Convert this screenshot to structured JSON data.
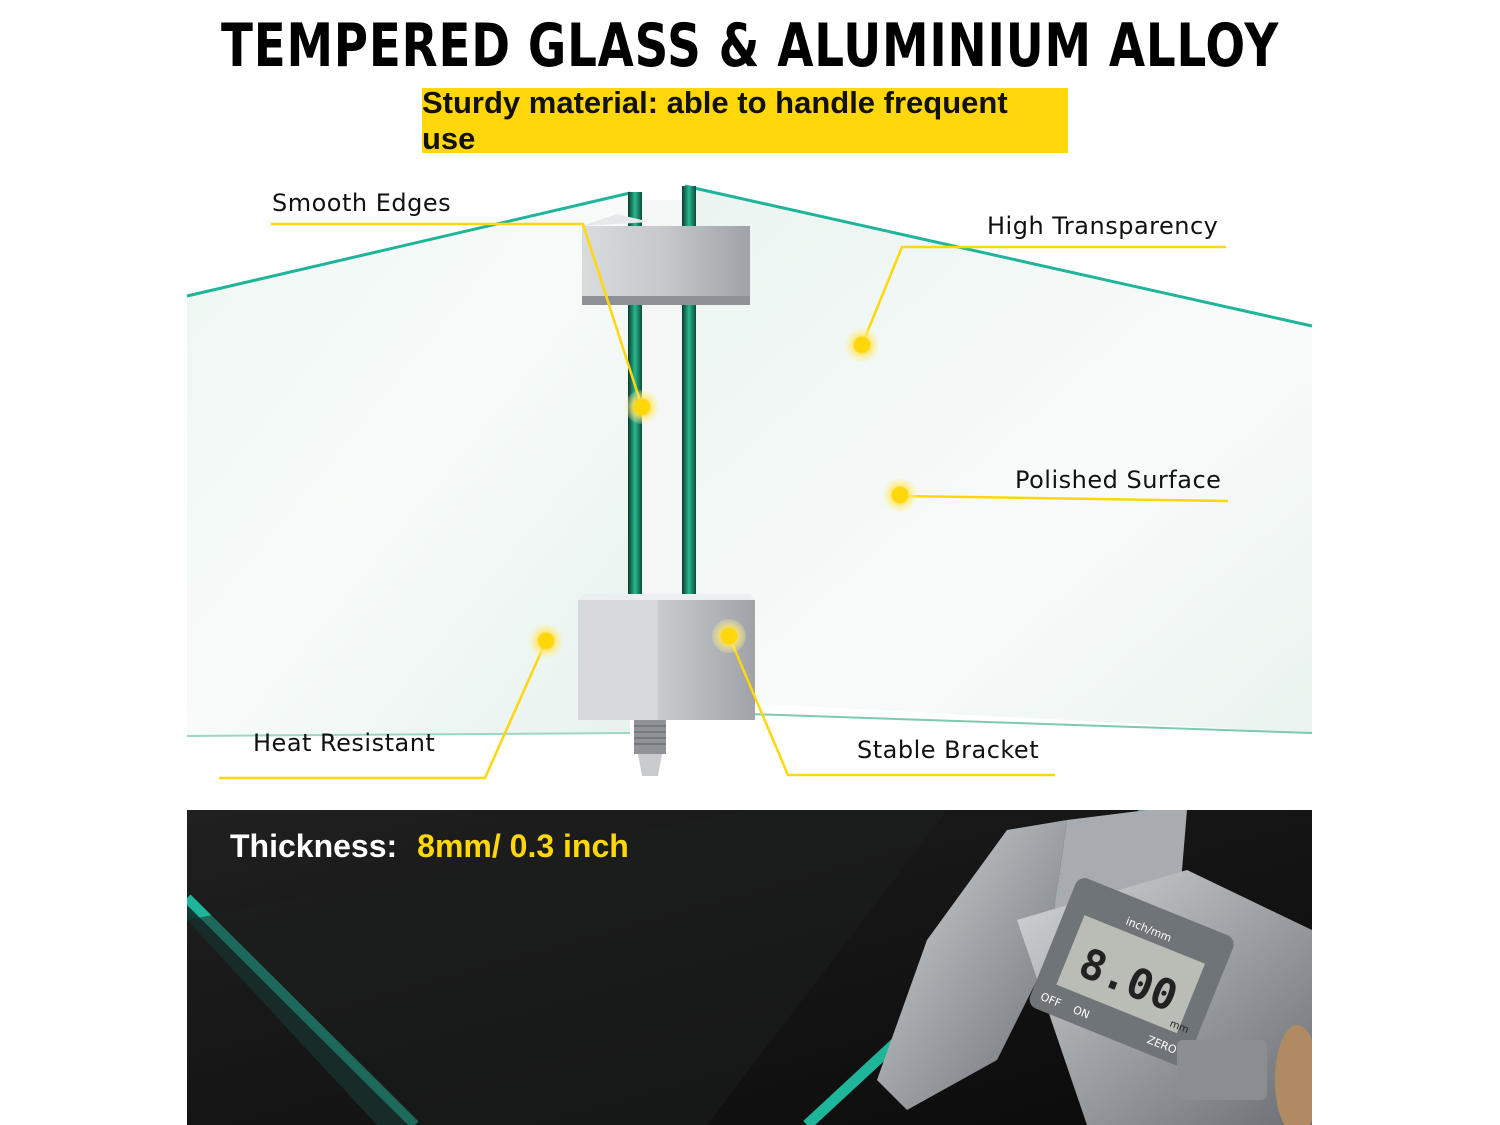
{
  "headline": "TEMPERED GLASS & ALUMINIUM ALLOY",
  "subheadline": "Sturdy material: able to handle frequent use",
  "callouts": {
    "smooth_edges": "Smooth Edges",
    "high_transparency": "High Transparency",
    "polished_surface": "Polished Surface",
    "heat_resistant": "Heat Resistant",
    "stable_bracket": "Stable Bracket"
  },
  "thickness": {
    "label": "Thickness:",
    "value": "8mm/ 0.3 inch"
  },
  "caliper": {
    "reading": "8.00",
    "unit": "mm",
    "mode_label": "inch/mm",
    "off_label": "OFF",
    "on_label": "ON",
    "zero_label": "ZERO"
  },
  "colors": {
    "accent_yellow": "#ffd70a",
    "glass_edge": "#1fb59a",
    "panel_dark": "#1a1a1a"
  }
}
